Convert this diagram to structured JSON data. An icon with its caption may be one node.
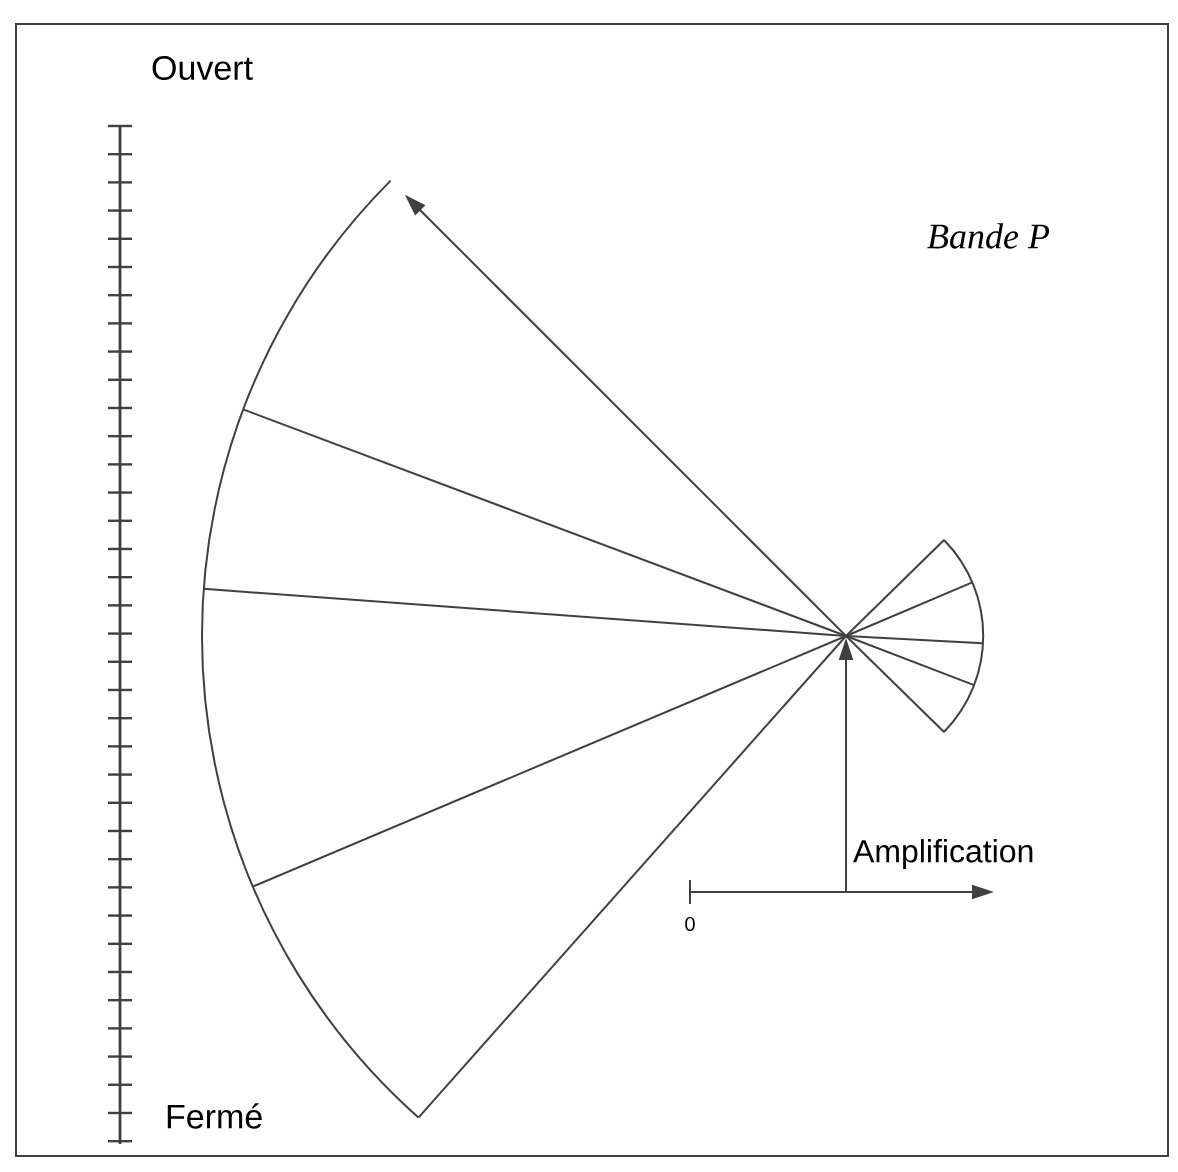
{
  "diagram": {
    "labels": [
      "Ouvert",
      "Bande P",
      "Amplification",
      "0",
      "Fermé"
    ]
  }
}
